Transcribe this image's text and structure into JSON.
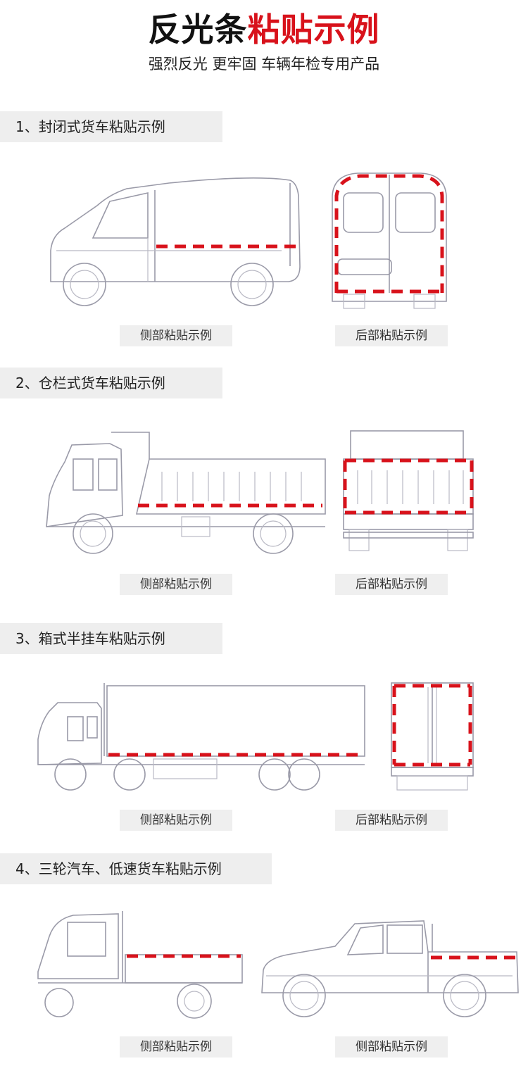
{
  "header": {
    "title_part1": "反光条",
    "title_part2": "粘贴示例",
    "subtitle": "强烈反光 更牢固 车辆年检专用产品"
  },
  "sections": [
    {
      "heading": "1、封闭式货车粘贴示例",
      "caption_left": "侧部粘贴示例",
      "caption_right": "后部粘贴示例"
    },
    {
      "heading": "2、仓栏式货车粘贴示例",
      "caption_left": "侧部粘贴示例",
      "caption_right": "后部粘贴示例"
    },
    {
      "heading": "3、箱式半挂车粘贴示例",
      "caption_left": "侧部粘贴示例",
      "caption_right": "后部粘贴示例"
    },
    {
      "heading": "4、三轮汽车、低速货车粘贴示例",
      "caption_left": "侧部粘贴示例",
      "caption_right": "侧部粘贴示例"
    }
  ],
  "colors": {
    "accent_red": "#d8121b",
    "caption_bg": "#efefef",
    "heading_bg": "#eeeeee"
  }
}
